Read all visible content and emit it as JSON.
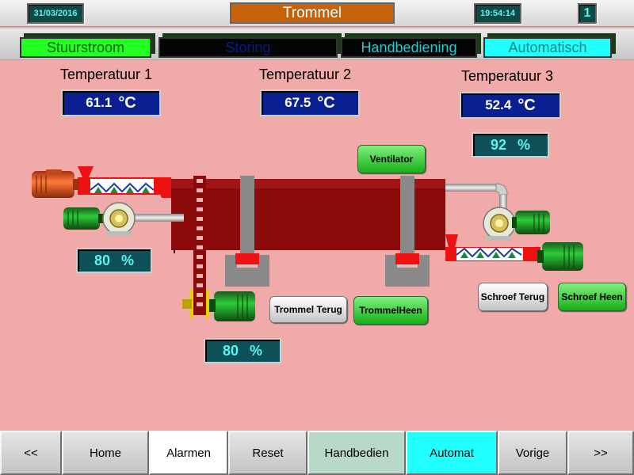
{
  "header": {
    "date": "31/03/2016",
    "title": "Trommel",
    "time": "19:54:14",
    "page_number": "1"
  },
  "modes": {
    "stuurstroom": "Stuurstroom",
    "storing": "Storing",
    "handbediening": "Handbediening",
    "automatisch": "Automatisch"
  },
  "temperatures": {
    "t1": {
      "label": "Temperatuur 1",
      "value": "61.1",
      "unit": "°C"
    },
    "t2": {
      "label": "Temperatuur 2",
      "value": "67.5",
      "unit": "°C"
    },
    "t3": {
      "label": "Temperatuur 3",
      "value": "52.4",
      "unit": "°C"
    }
  },
  "percentages": {
    "fan": {
      "value": "92",
      "unit": "%"
    },
    "inlet_pump": {
      "value": "80",
      "unit": "%"
    },
    "drum_motor": {
      "value": "80",
      "unit": "%"
    }
  },
  "buttons": {
    "ventilator": "Ventilator",
    "trommel_terug": "Trommel Terug",
    "trommel_heen": "TrommelHeen",
    "schroef_terug": "Schroef Terug",
    "schroef_heen": "Schroef Heen"
  },
  "nav": {
    "prev_page": "<<",
    "home": "Home",
    "alarmen": "Alarmen",
    "reset": "Reset",
    "handbedien": "Handbedien",
    "automat": "Automat",
    "vorige": "Vorige",
    "next_page": ">>"
  },
  "colors": {
    "background": "#f0aaaa",
    "drum": "#8b0a0a",
    "motor": "#1a9a2a",
    "motor_inlet": "#e05020",
    "title_bar": "#c8620a",
    "automatisch_active": "#22ffff",
    "stuurstroom_active": "#22ff22"
  }
}
